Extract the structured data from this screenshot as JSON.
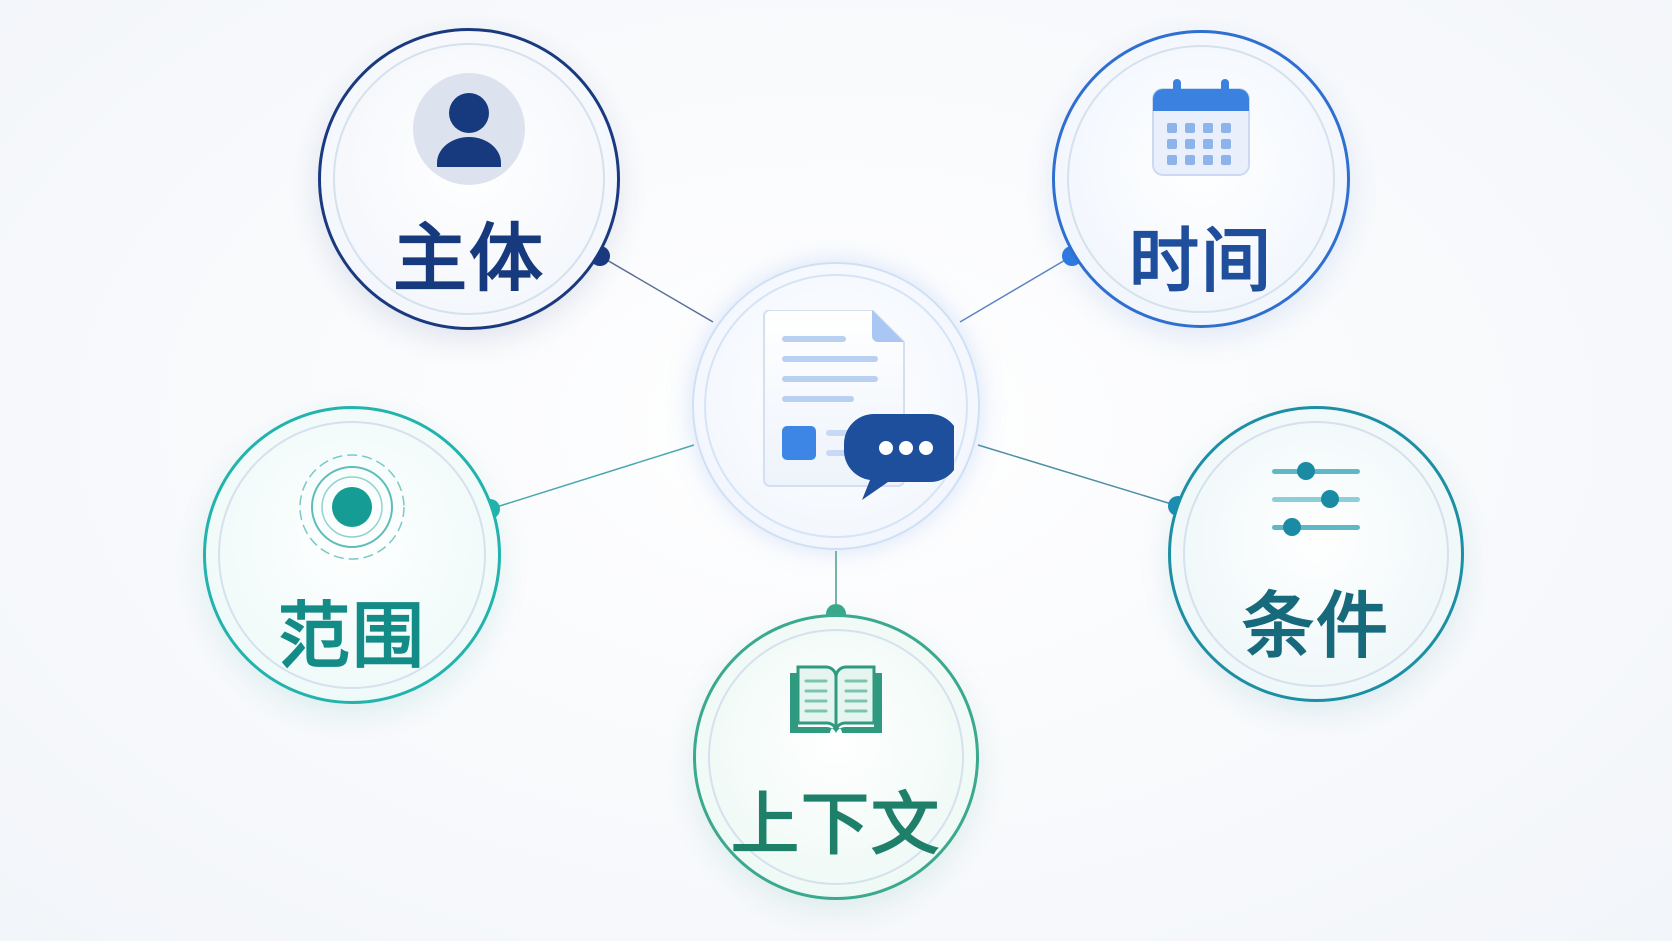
{
  "center": {
    "icon": "document-chat-icon",
    "color": "#2f63b8"
  },
  "nodes": [
    {
      "id": "subject",
      "label": "主体",
      "icon": "user-icon",
      "color": "#17397e"
    },
    {
      "id": "time",
      "label": "时间",
      "icon": "calendar-icon",
      "color": "#1f4f9c"
    },
    {
      "id": "scope",
      "label": "范围",
      "icon": "target-icon",
      "color": "#138b86"
    },
    {
      "id": "condition",
      "label": "条件",
      "icon": "sliders-icon",
      "color": "#166a7c"
    },
    {
      "id": "context",
      "label": "上下文",
      "icon": "open-book-icon",
      "color": "#1f806a"
    }
  ]
}
